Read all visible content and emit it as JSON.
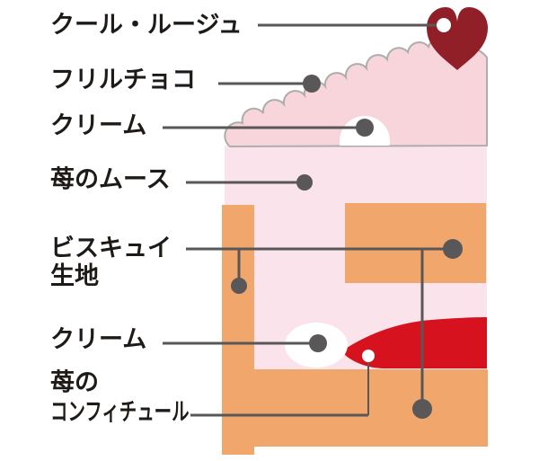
{
  "title": "cake cross-section labeled diagram",
  "labels": {
    "cool_rouge": "クール・ルージュ",
    "frill_choco": "フリルチョコ",
    "cream_top": "クリーム",
    "strawberry_mousse": "苺のムース",
    "biscuit_line1": "ビスキュイ",
    "biscuit_line2": "生地",
    "cream_bottom": "クリーム",
    "confiture_line1": "苺の",
    "confiture_line2": "コンフィチュール"
  },
  "colors": {
    "frill_chocolate_pink": "#F7D5DB",
    "strawberry_mousse_pink": "#FAE3EB",
    "biscuit_orange": "#F1A76C",
    "confiture_red": "#D5121E",
    "heart_dark_red": "#911F28",
    "cream_white": "#FFFFFF",
    "callout_gray": "#595757",
    "outline_gray": "#AEADAD",
    "text_black": "#1E1A17",
    "background": "#FFFFFF"
  }
}
